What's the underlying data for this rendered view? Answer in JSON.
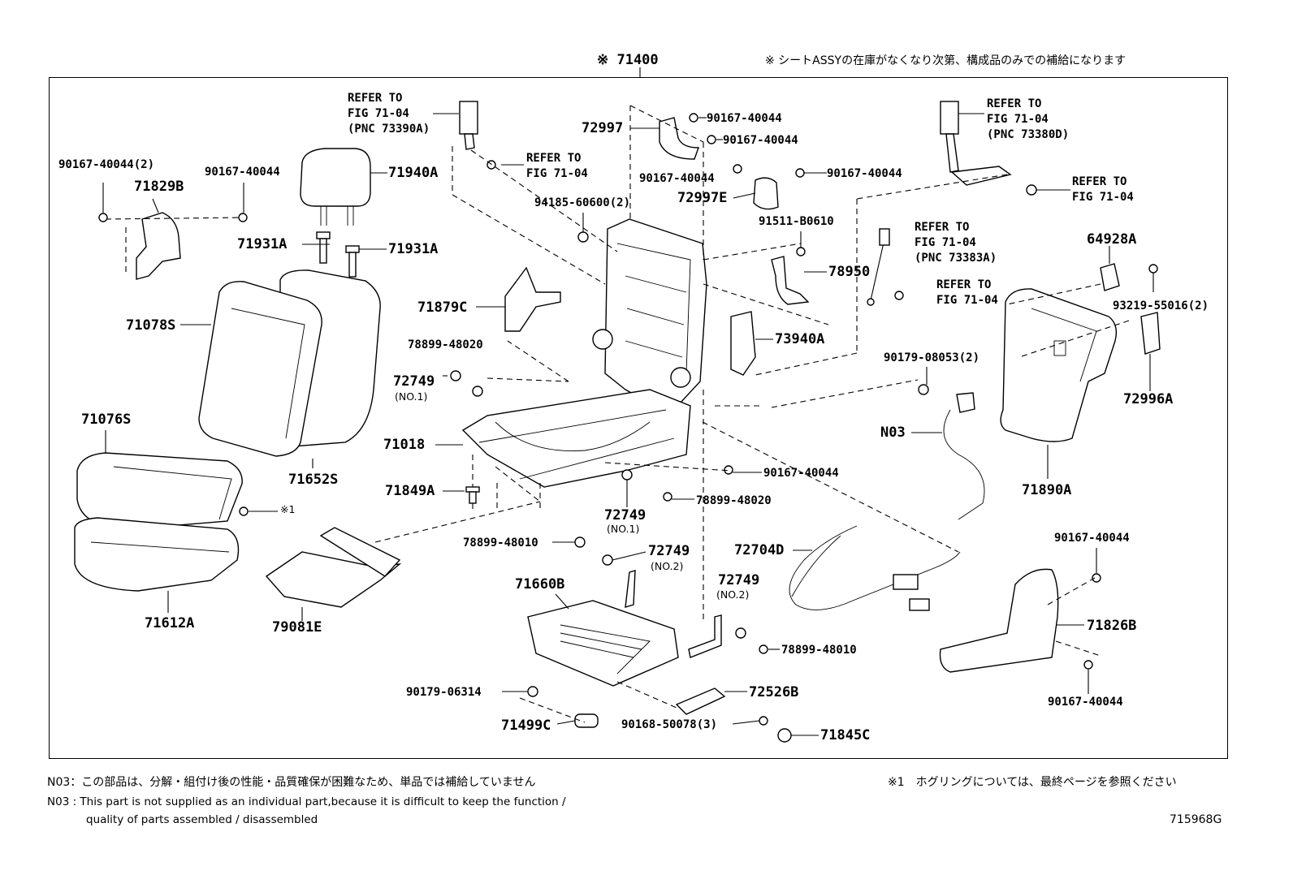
{
  "header": {
    "main_pnc": "※ 71400",
    "note_jp": "※ シートASSYの在庫がなくなり次第、構成品のみでの補給になります"
  },
  "labels": {
    "refer_73390a": [
      "REFER TO",
      "FIG 71-04",
      "(PNC 73390A)"
    ],
    "refer_a": [
      "REFER TO",
      "FIG 71-04"
    ],
    "refer_73380d": [
      "REFER TO",
      "FIG 71-04",
      "(PNC 73380D)"
    ],
    "refer_b": [
      "REFER TO",
      "FIG 71-04"
    ],
    "refer_73383a": [
      "REFER TO",
      "FIG 71-04",
      "(PNC 73383A)"
    ],
    "refer_c": [
      "REFER TO",
      "FIG 71-04"
    ],
    "p_90167_40044_2": "90167-40044(2)",
    "p_71829b": "71829B",
    "p_90167_40044_a": "90167-40044",
    "p_71940a": "71940A",
    "p_71931a_l": "71931A",
    "p_71931a_r": "71931A",
    "p_72997": "72997",
    "p_90167_40044_b": "90167-40044",
    "p_90167_40044_c": "90167-40044",
    "p_90167_40044_d": "90167-40044",
    "p_90167_40044_e": "90167-40044",
    "p_72997e": "72997E",
    "p_94185": "94185-60600(2)",
    "p_91511": "91511-B0610",
    "p_78950": "78950",
    "p_64928a": "64928A",
    "p_93219": "93219-55016(2)",
    "p_71078s": "71078S",
    "p_71879c": "71879C",
    "p_73940a": "73940A",
    "p_78899_48020_a": "78899-48020",
    "p_72749_a": "72749",
    "p_no1_a": "(NO.1)",
    "p_90179_08053": "90179-08053(2)",
    "p_72996a": "72996A",
    "p_71076s": "71076S",
    "p_71018": "71018",
    "p_n03": "N03",
    "p_71652s": "71652S",
    "p_90167_40044_f": "90167-40044",
    "p_71849a": "71849A",
    "p_78899_48020_b": "78899-48020",
    "p_71890a": "71890A",
    "p_ref1": "※1",
    "p_72749_b": "72749",
    "p_no1_b": "(NO.1)",
    "p_78899_48010_a": "78899-48010",
    "p_72749_c": "72749",
    "p_no2_a": "(NO.2)",
    "p_72704d": "72704D",
    "p_90167_40044_g": "90167-40044",
    "p_71660b": "71660B",
    "p_72749_d": "72749",
    "p_no2_b": "(NO.2)",
    "p_71612a": "71612A",
    "p_79081e": "79081E",
    "p_71826b": "71826B",
    "p_78899_48010_b": "78899-48010",
    "p_90179_06314": "90179-06314",
    "p_72526b": "72526B",
    "p_90167_40044_h": "90167-40044",
    "p_71499c": "71499C",
    "p_90168": "90168-50078(3)",
    "p_71845c": "71845C"
  },
  "footer": {
    "n03_jp": "N03：この部品は、分解・組付け後の性能・品質確保が困難なため、単品では補給していません",
    "ref1_jp": "※1　ホグリングについては、最終ページを参照ください",
    "n03_en_1": "N03 : This part is not supplied as an individual part,because it is difficult to keep the function /",
    "n03_en_2": "quality of parts assembled / disassembled",
    "figure_id": "715968G"
  }
}
